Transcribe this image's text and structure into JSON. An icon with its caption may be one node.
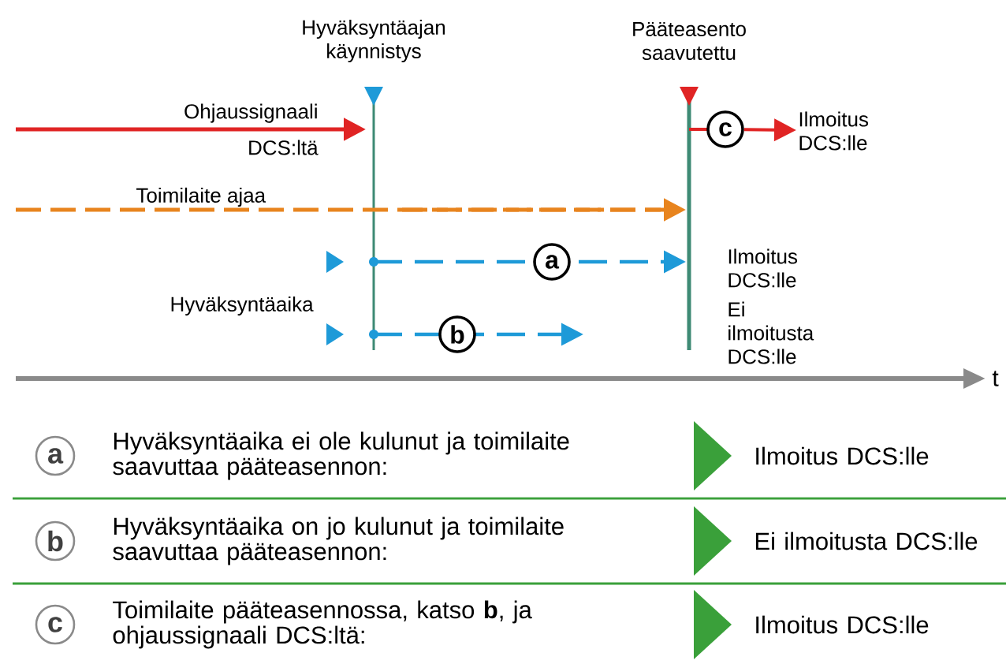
{
  "diagram": {
    "nodes": [
      {
        "text": [
          "a"
        ]
      },
      {
        "text": [
          "b"
        ]
      },
      {
        "text": [
          "c"
        ]
      },
      {
        "text": [
          "Ilmoitus DCS:lle"
        ]
      }
    ],
    "edges": [
      {
        "from": 2,
        "to": 3,
        "arrow": "to"
      }
    ],
    "labels": [
      "Hyväksyntäajan käynnistys",
      "Pääteasento saavutettu",
      "Ohjaussignaali DCS:ltä",
      "Toimilaite ajaa",
      "Ilmoitus DCS:lle",
      "Ei ilmoitusta DCS:lle",
      "Hyväksyntäaika",
      "t",
      "a",
      "Hyväksyntäaika ei ole kulunut ja toimilaite saavuttaa pääteasennon:",
      "Ilmoitus DCS:lle",
      "b",
      "Hyväksyntäaika on jo kulunut ja toimilaite saavuttaa pääteasennon:",
      "Ei ilmoitusta DCS:lle",
      "c",
      "Toimilaite pääteasennossa, katso **b**, ja ohjaussignaali DCS:ltä:",
      "Ilmoitus DCS:lle"
    ]
  }
}
